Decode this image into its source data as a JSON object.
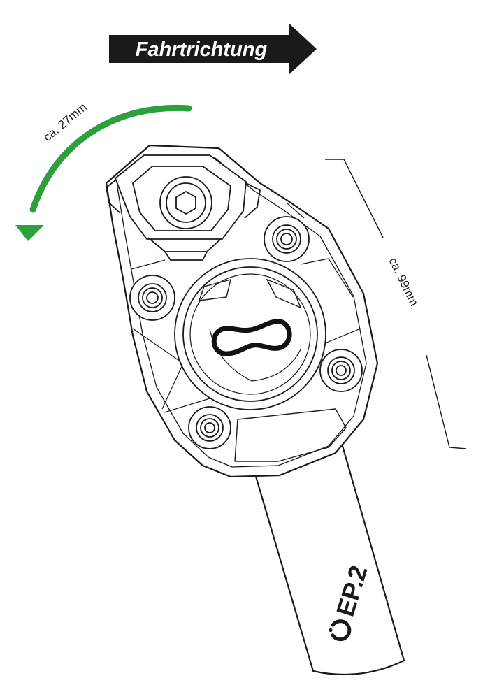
{
  "direction": {
    "label": "Fahrtrichtung",
    "arrow_color": "#1a1a1a",
    "text_color": "#ffffff"
  },
  "rotation": {
    "label": "ca. 27mm",
    "arrow_color": "#2ba03c"
  },
  "length": {
    "label": "ca. 99mm"
  },
  "brand": {
    "logo_text": "EP.2",
    "logo_icon": "power-ring-icon"
  },
  "colors": {
    "line": "#1a1a1a",
    "ghost": "#c4c4c4",
    "background": "#ffffff"
  }
}
